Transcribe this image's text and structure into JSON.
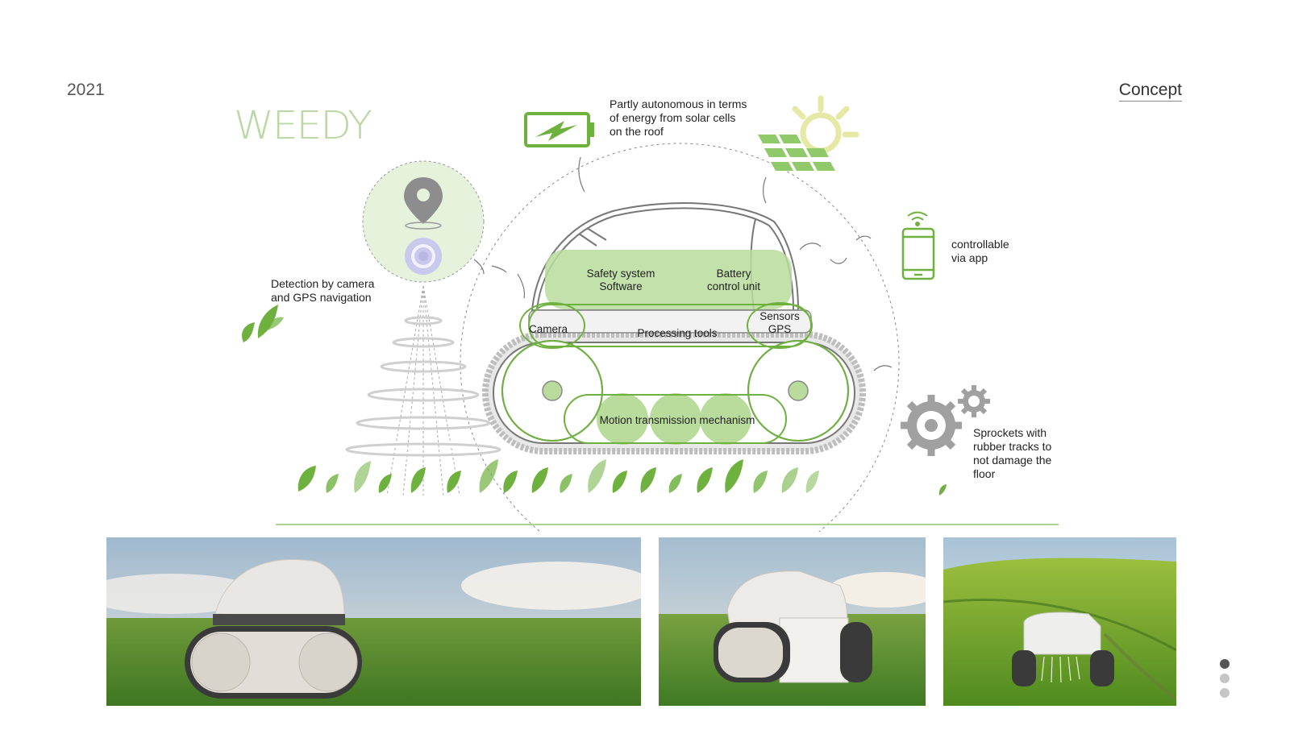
{
  "header": {
    "year": "2021",
    "nav_link": "Concept"
  },
  "brand": {
    "logo_text": "WEEDY"
  },
  "notes": {
    "solar": [
      "Partly autonomous in terms",
      "of energy from solar cells",
      "on the roof"
    ],
    "detection": [
      "Detection by camera",
      "and GPS navigation"
    ],
    "app": [
      "controllable",
      "via app"
    ],
    "sprockets": [
      "Sprockets with",
      "rubber tracks to",
      "not damage the",
      "floor"
    ]
  },
  "components": {
    "safety": [
      "Safety system",
      "Software"
    ],
    "battery": [
      "Battery",
      "control unit"
    ],
    "camera": "Camera",
    "processing": "Processing tools",
    "sensors": [
      "Sensors",
      "GPS"
    ],
    "motion": "Motion transmission mechanism"
  },
  "colors": {
    "accent": "#6fb13f",
    "light_green": "#b9dc9c",
    "sun": "#e6e8a6",
    "gray": "#9a9a9a"
  },
  "icons": [
    "battery-icon",
    "sun-icon",
    "solar-panel-icon",
    "location-pin-icon",
    "camera-lens-icon",
    "leaf-icon",
    "wifi-icon",
    "smartphone-icon",
    "gear-icon"
  ],
  "carousel": {
    "count": 3,
    "active_index": 0
  }
}
